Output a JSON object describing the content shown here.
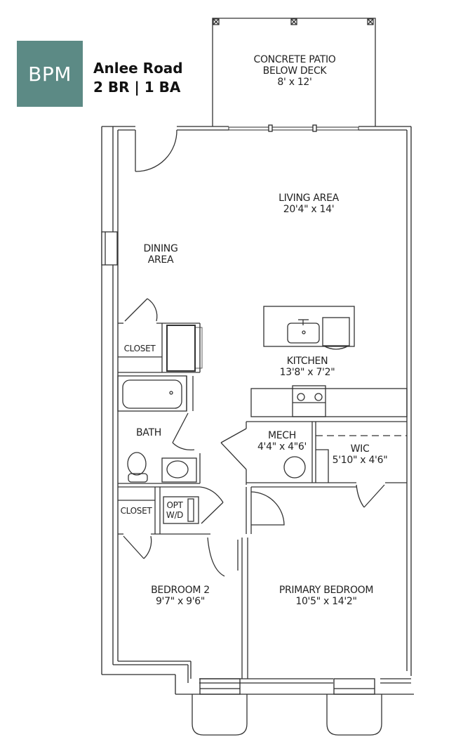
{
  "brand": {
    "logo_text": "BPM",
    "color": "#5c8a85"
  },
  "header": {
    "property_name": "Anlee Road",
    "unit_type": "2 BR | 1 BA"
  },
  "rooms": {
    "patio": {
      "name_line1": "CONCRETE PATIO",
      "name_line2": "BELOW DECK",
      "dim": "8' x 12'"
    },
    "living": {
      "name": "LIVING AREA",
      "dim": "20'4\" x 14'"
    },
    "dining": {
      "name_line1": "DINING",
      "name_line2": "AREA"
    },
    "kitchen": {
      "name": "KITCHEN",
      "dim": "13'8\" x 7'2\""
    },
    "closet_upper": {
      "name": "CLOSET"
    },
    "bath": {
      "name": "BATH"
    },
    "mech": {
      "name": "MECH",
      "dim": "4'4\" x 4\"6'"
    },
    "wic": {
      "name": "WIC",
      "dim": "5'10\" x 4'6\""
    },
    "closet_lower": {
      "name": "CLOSET"
    },
    "wd": {
      "name_line1": "OPT",
      "name_line2": "W/D"
    },
    "bedroom2": {
      "name": "BEDROOM 2",
      "dim": "9'7\" x 9'6\""
    },
    "primary": {
      "name": "PRIMARY BEDROOM",
      "dim": "10'5\" x 14'2\""
    }
  },
  "colors": {
    "wall": "#2a2a2a",
    "line": "#444444",
    "background": "#ffffff"
  }
}
